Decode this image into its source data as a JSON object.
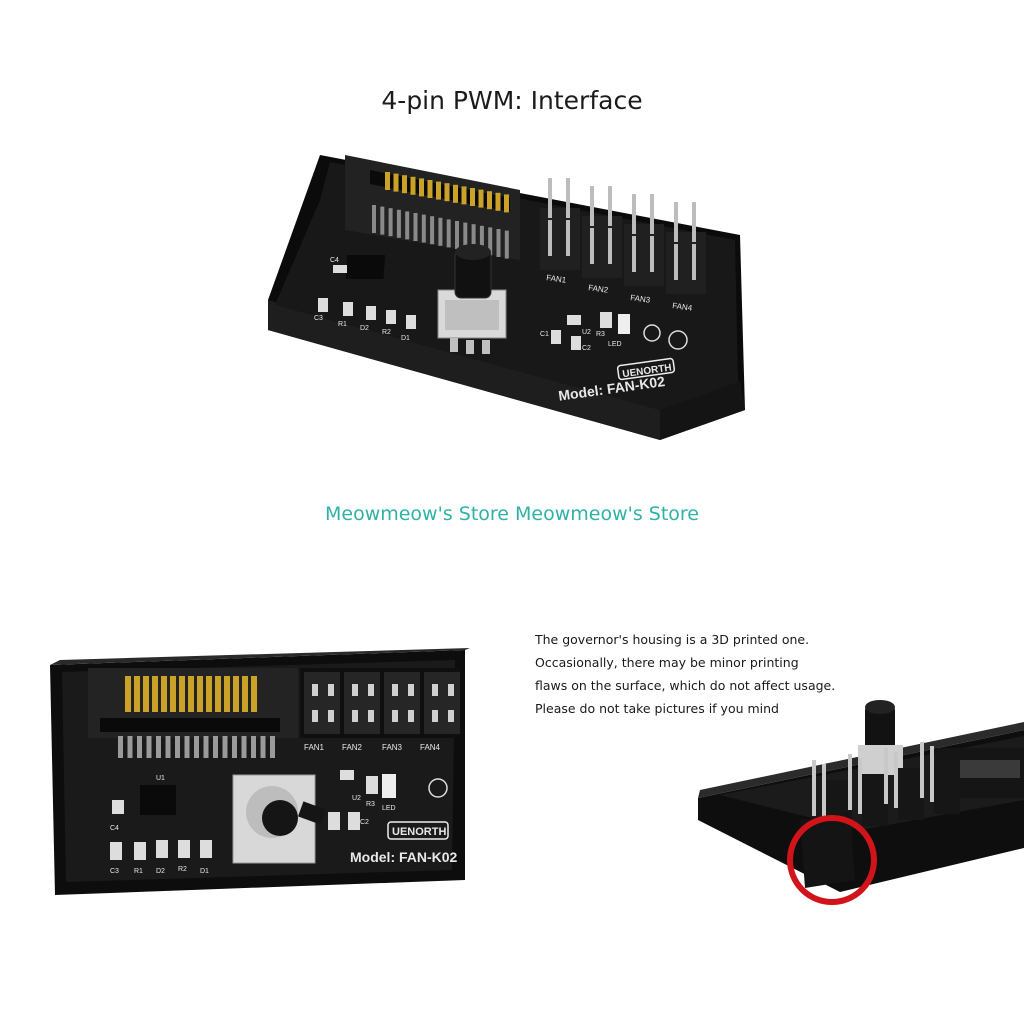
{
  "header": {
    "title": "4-pin PWM: Interface"
  },
  "watermark": {
    "text": "Meowmeow's Store Meowmeow's Store"
  },
  "board": {
    "brand": "UENORTH",
    "model": "Model: FAN-K02",
    "fan_labels": [
      "FAN1",
      "FAN2",
      "FAN3",
      "FAN4"
    ],
    "component_labels": [
      "C4",
      "C3",
      "R1",
      "D2",
      "R2",
      "D1",
      "U1",
      "U2",
      "R3",
      "LED",
      "C1",
      "C2"
    ]
  },
  "note": {
    "lines": [
      "The governor's housing is a 3D printed one.",
      "Occasionally, there may be minor printing",
      "flaws on the surface, which do not affect usage.",
      "Please do not take pictures if you mind"
    ]
  },
  "colors": {
    "watermark": "#2fb2a5",
    "highlight_circle": "#d0141a",
    "board": "#151515",
    "gold_pins": "#c9a227"
  }
}
